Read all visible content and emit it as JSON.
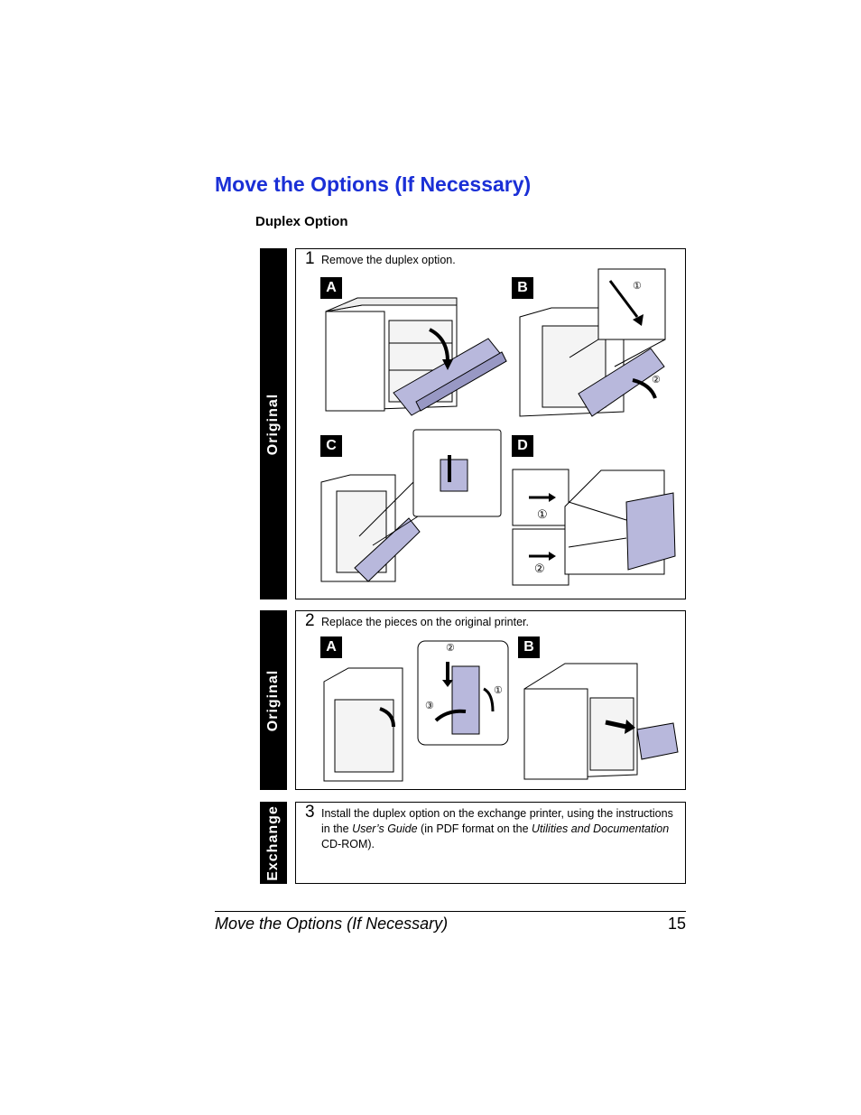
{
  "page": {
    "title": "Move the Options (If Necessary)",
    "subtitle": "Duplex Option"
  },
  "steps": [
    {
      "side_label": "Original",
      "number": "1",
      "text": "Remove the duplex option.",
      "panels": [
        "A",
        "B",
        "C",
        "D"
      ]
    },
    {
      "side_label": "Original",
      "number": "2",
      "text": "Replace the pieces on the original printer.",
      "panels": [
        "A",
        "B"
      ]
    },
    {
      "side_label": "Exchange",
      "number": "3",
      "text_parts": {
        "a": "Install the duplex option on the exchange printer, using the instructions in the ",
        "b": "User’s Guide",
        "c": " (in PDF format on the ",
        "d": "Utilities and Documentation",
        "e": " CD-ROM)."
      }
    }
  ],
  "callouts": {
    "one": "①",
    "two": "②",
    "three": "③"
  },
  "footer": {
    "title": "Move the Options (If Necessary)",
    "page_number": "15"
  },
  "colors": {
    "title_blue": "#1a2fd6",
    "duplex_unit": "#b8b8dc"
  }
}
